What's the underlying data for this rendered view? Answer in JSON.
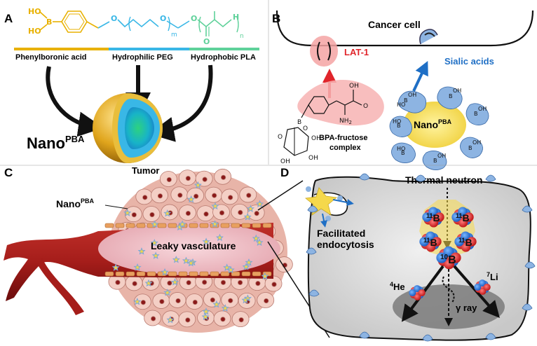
{
  "panels": {
    "a": "A",
    "b": "B",
    "c": "C",
    "d": "D"
  },
  "panel_a": {
    "bar_labels": [
      "Phenylboronic acid",
      "Hydrophilic PEG",
      "Hydrophobic PLA"
    ],
    "nano_label": "Nano",
    "nano_sup": "PBA",
    "chem": {
      "ho1": "HO",
      "ho2": "HO",
      "b": "B",
      "o1": "O",
      "o2": "O",
      "o3": "O",
      "o4": "O",
      "m": "m",
      "n": "n",
      "h": "H"
    },
    "colors": {
      "phenylboronic": "#e8b100",
      "peg": "#39b7e6",
      "pla": "#5fd19a",
      "core": "#16b3c6",
      "shell": "#d9a520"
    }
  },
  "panel_b": {
    "cell_title": "Cancer cell",
    "lat1": "LAT-1",
    "sialic": "Sialic acids",
    "bpa_label_1": "BPA-fructose",
    "bpa_label_2": "complex",
    "nano_label": "Nano",
    "nano_sup": "PBA",
    "boh": {
      "b": "B",
      "oh": "OH",
      "ho": "HO"
    },
    "bpa_chem": {
      "oh": "OH",
      "o": "O",
      "nh2": "NH",
      "nh2_sub": "2",
      "b": "B",
      "o_ring": "O",
      "oh2": "OH",
      "oh3": "OH",
      "oh4": "OH",
      "o2": "O"
    }
  },
  "panel_c": {
    "tumor": "Tumor",
    "nano_label": "Nano",
    "nano_sup": "PBA",
    "vasculature": "Leaky vasculature"
  },
  "panel_d": {
    "neutron": "Thermal neutron",
    "endocytosis_1": "Facilitated",
    "endocytosis_2": "endocytosis",
    "b11_mass": "11",
    "b11_sym": "B",
    "b10_mass": "10",
    "b10_sym": "B",
    "he_mass": "4",
    "he_sym": "He",
    "li_mass": "7",
    "li_sym": "Li",
    "gamma": "γ ray"
  }
}
